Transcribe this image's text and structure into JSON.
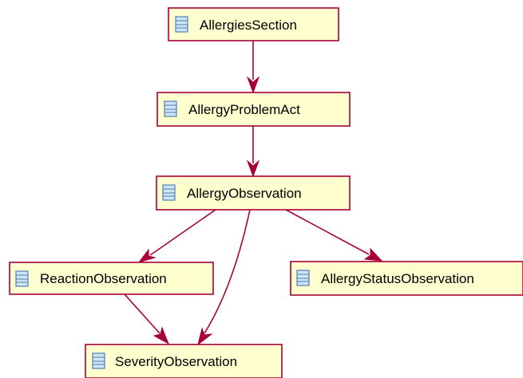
{
  "diagram": {
    "colors": {
      "node_fill": "#fefece",
      "node_border": "#a80036",
      "edge": "#a80036",
      "icon": "#4d7fb0"
    },
    "nodes": [
      {
        "id": "allergies-section",
        "label": "AllergiesSection",
        "icon": "class-icon"
      },
      {
        "id": "allergy-problem-act",
        "label": "AllergyProblemAct",
        "icon": "class-icon"
      },
      {
        "id": "allergy-observation",
        "label": "AllergyObservation",
        "icon": "class-icon"
      },
      {
        "id": "reaction-observation",
        "label": "ReactionObservation",
        "icon": "class-icon"
      },
      {
        "id": "allergy-status-observation",
        "label": "AllergyStatusObservation",
        "icon": "class-icon"
      },
      {
        "id": "severity-observation",
        "label": "SeverityObservation",
        "icon": "class-icon"
      }
    ],
    "edges": [
      {
        "from": "allergies-section",
        "to": "allergy-problem-act"
      },
      {
        "from": "allergy-problem-act",
        "to": "allergy-observation"
      },
      {
        "from": "allergy-observation",
        "to": "reaction-observation"
      },
      {
        "from": "allergy-observation",
        "to": "severity-observation"
      },
      {
        "from": "allergy-observation",
        "to": "allergy-status-observation"
      },
      {
        "from": "reaction-observation",
        "to": "severity-observation"
      }
    ]
  }
}
